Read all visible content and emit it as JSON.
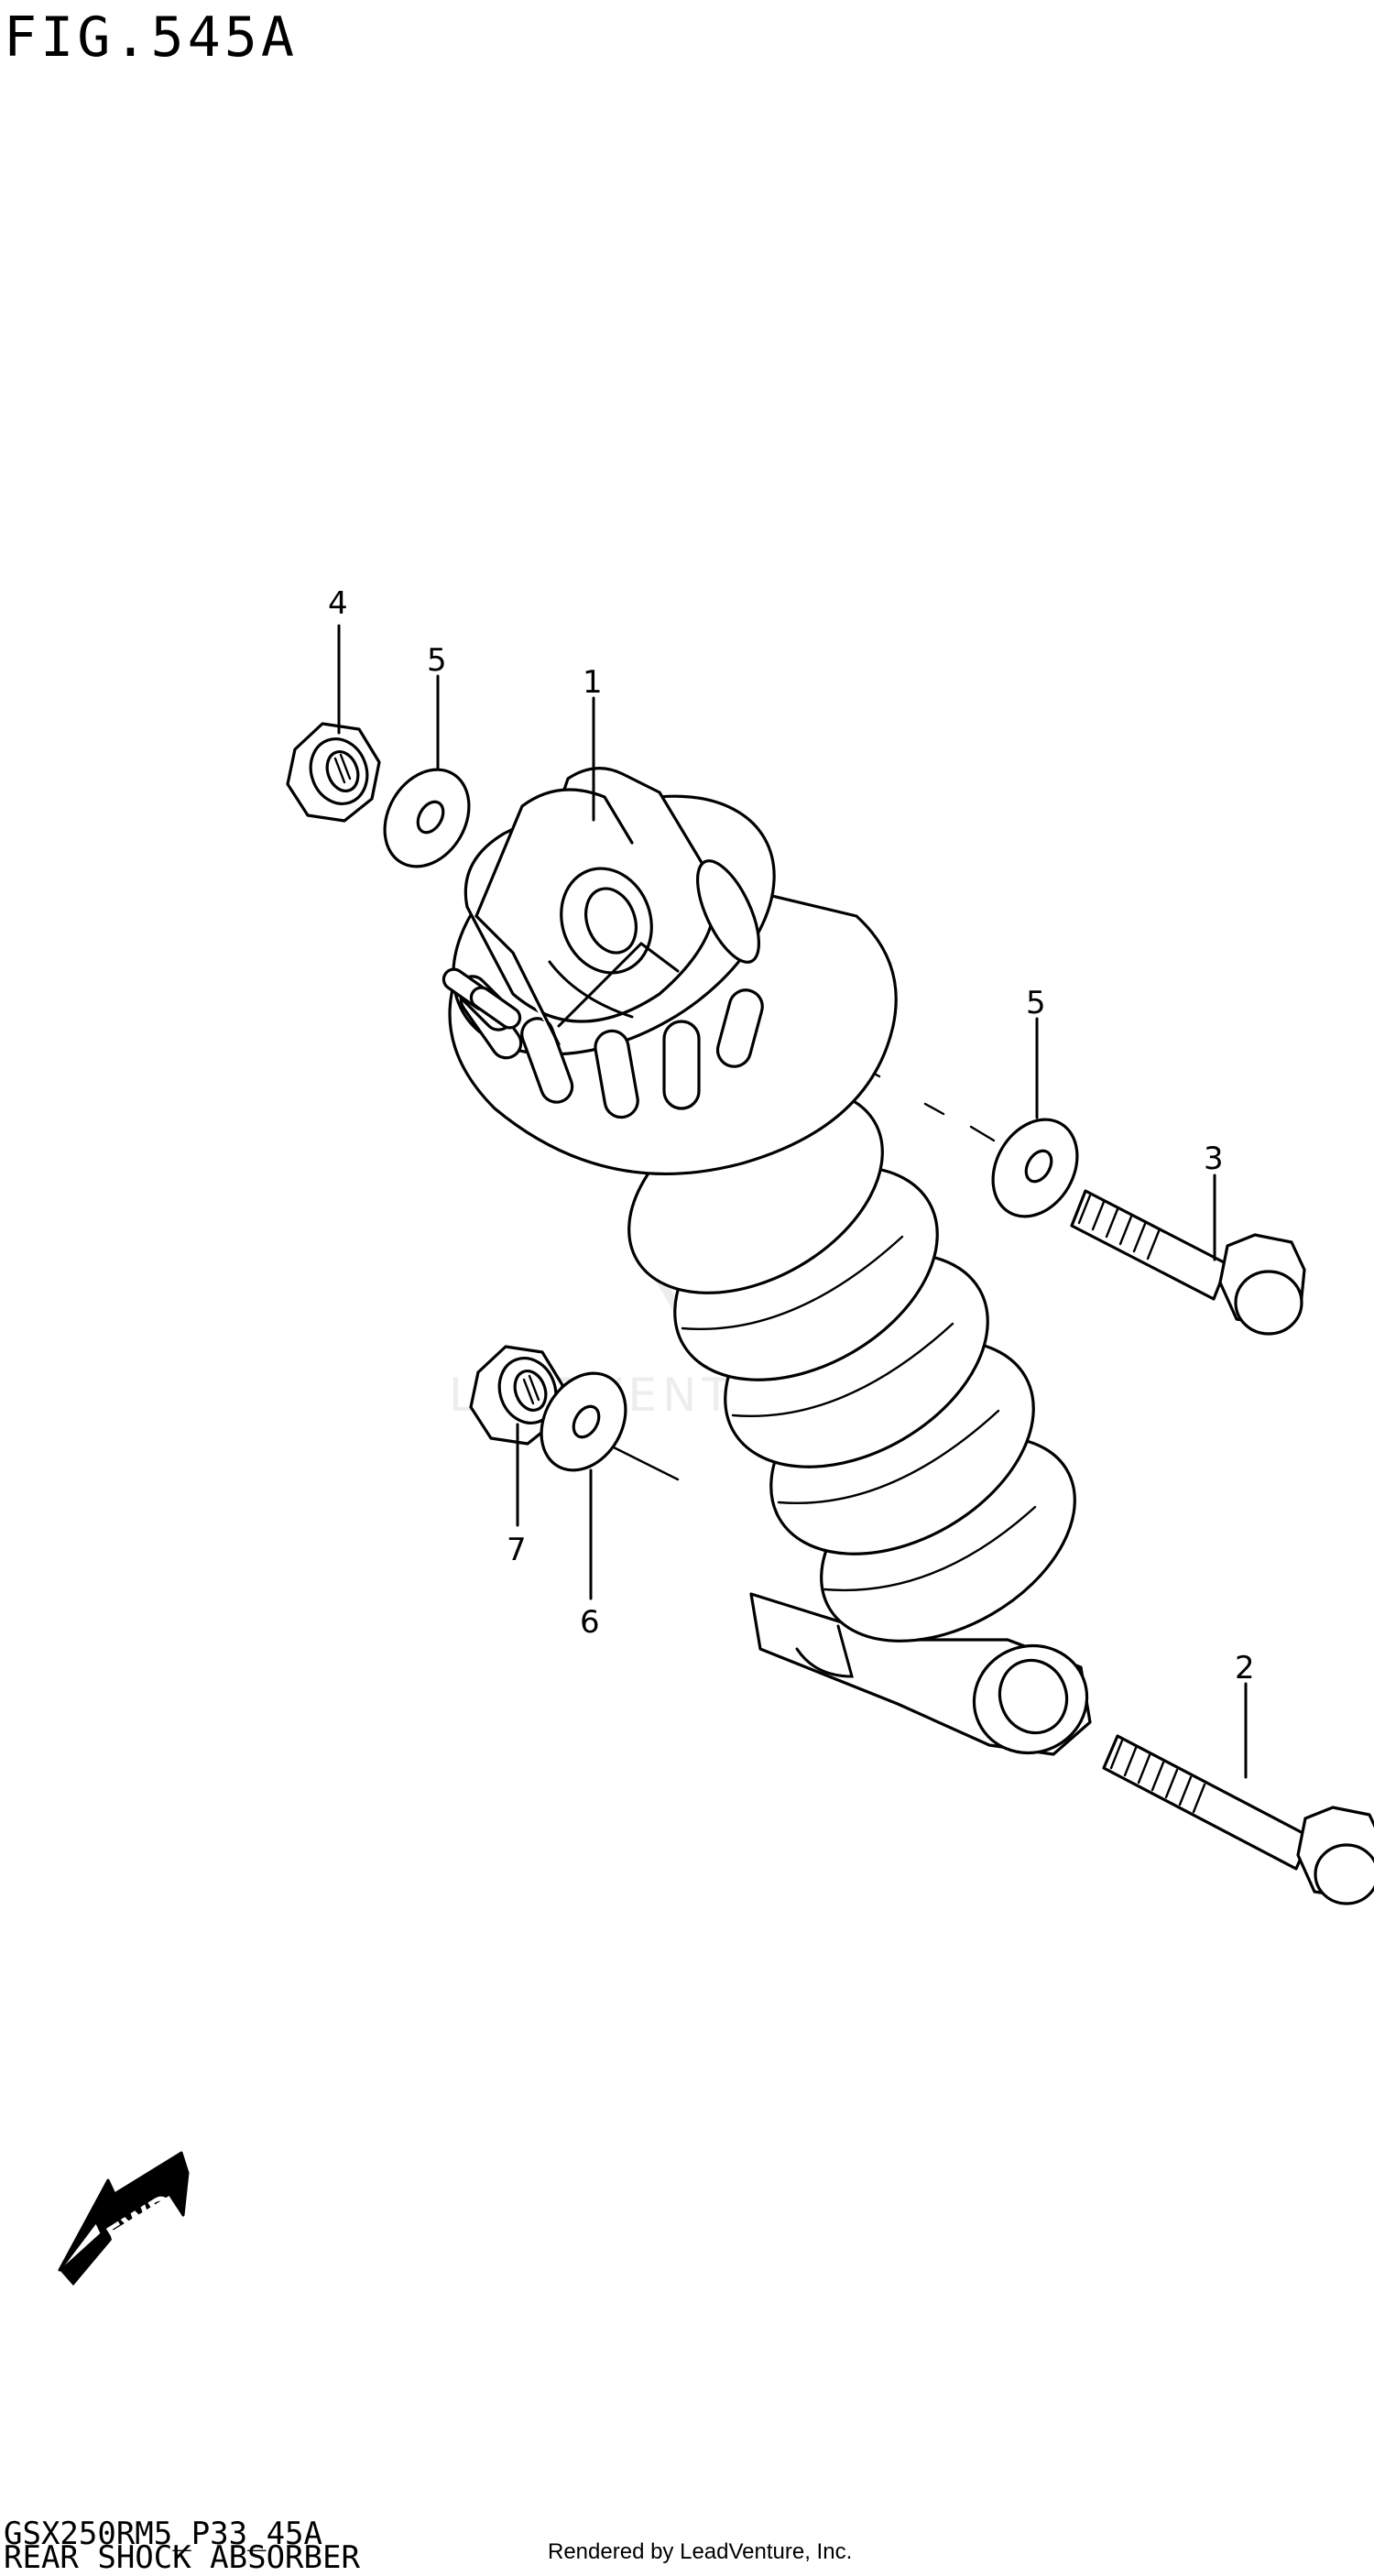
{
  "figure": {
    "title": "FIG.545A",
    "code": "GSX250RM5_P33_45A",
    "name": "REAR SHOCK ABSORBER",
    "credit": "Rendered by LeadVenture, Inc."
  },
  "watermark": "LEADVENTURE",
  "direction_badge": "FWD",
  "callouts": [
    {
      "id": "1",
      "label": "1",
      "part": "shock-absorber"
    },
    {
      "id": "2",
      "label": "2",
      "part": "lower-bolt"
    },
    {
      "id": "3",
      "label": "3",
      "part": "upper-bolt"
    },
    {
      "id": "4",
      "label": "4",
      "part": "upper-nut"
    },
    {
      "id": "5a",
      "label": "5",
      "part": "upper-washer-left"
    },
    {
      "id": "5b",
      "label": "5",
      "part": "upper-washer-right"
    },
    {
      "id": "6",
      "label": "6",
      "part": "lower-washer"
    },
    {
      "id": "7",
      "label": "7",
      "part": "lower-nut"
    }
  ]
}
